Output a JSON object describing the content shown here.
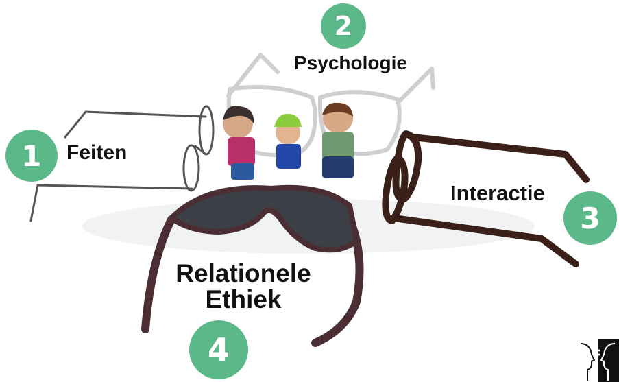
{
  "colors": {
    "badge": "#5bb888",
    "label_text": "#111111",
    "tortoise_frame": "#3a2018",
    "wire_frame": "#555555",
    "clear_frame": "#cfcfcf",
    "sport_frame": "#4a2e33",
    "lens_dark": "#3c4046"
  },
  "items": [
    {
      "number": "1",
      "label": "Feiten"
    },
    {
      "number": "2",
      "label": "Psychologie"
    },
    {
      "number": "3",
      "label": "Interactie"
    },
    {
      "number": "4",
      "label_line1": "Relationele",
      "label_line2": "Ethiek"
    }
  ],
  "logo": {
    "icon": "two-faces-profile-logo"
  }
}
